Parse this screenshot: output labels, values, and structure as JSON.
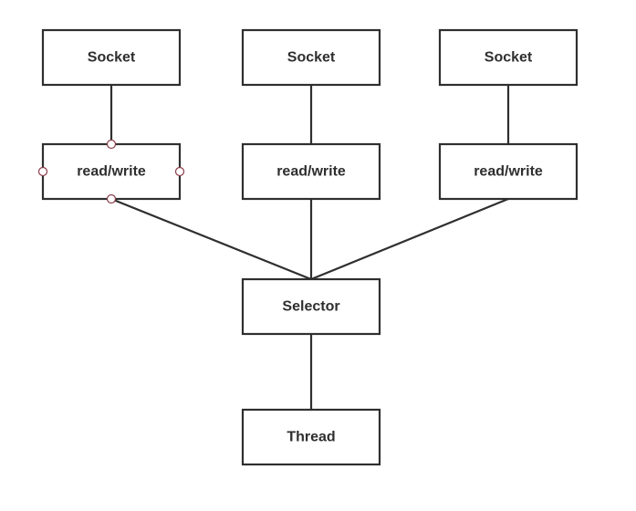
{
  "diagram": {
    "sockets": [
      "Socket",
      "Socket",
      "Socket"
    ],
    "channels": [
      "read/write",
      "read/write",
      "read/write"
    ],
    "selector": "Selector",
    "thread": "Thread"
  }
}
